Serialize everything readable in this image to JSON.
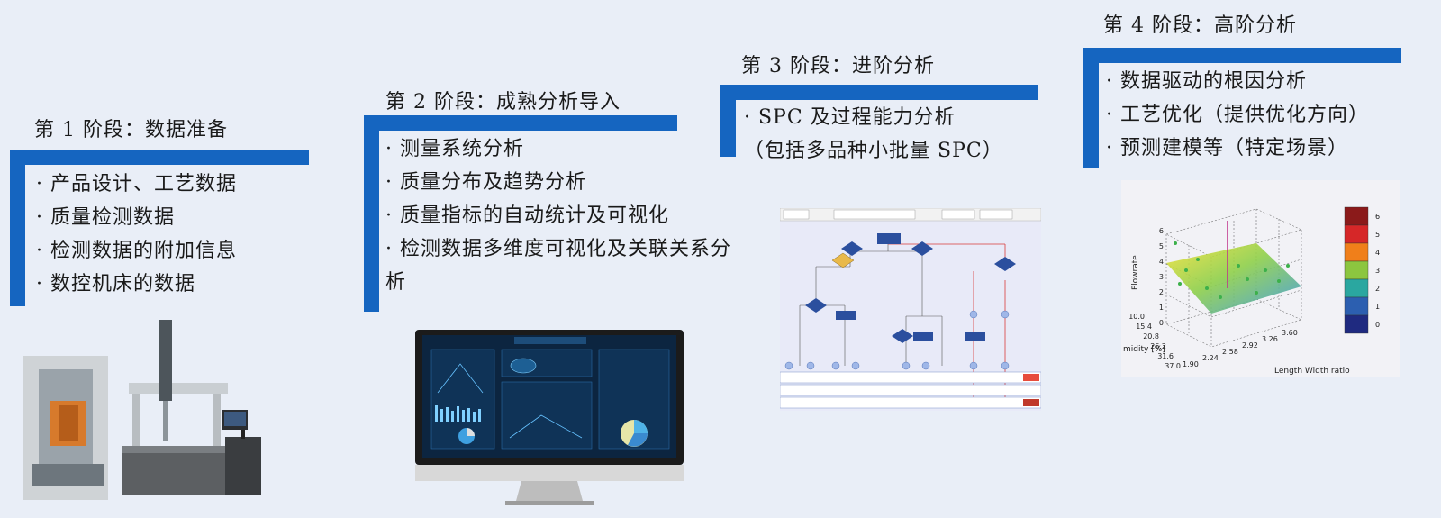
{
  "stages": [
    {
      "title": "第 1 阶段：数据准备",
      "items": [
        "· 产品设计、工艺数据",
        "· 质量检测数据",
        "· 检测数据的附加信息",
        "· 数控机床的数据"
      ],
      "image": "machine-photo"
    },
    {
      "title": "第 2 阶段：成熟分析导入",
      "items": [
        "· 测量系统分析",
        "· 质量分布及趋势分析",
        "· 质量指标的自动统计及可视化",
        "· 检测数据多维度可视化及关联关系分析"
      ],
      "image": "dashboard-monitor"
    },
    {
      "title": "第 3 阶段：进阶分析",
      "items": [
        "· SPC 及过程能力分析",
        "（包括多品种小批量 SPC）"
      ],
      "image": "spc-flowchart"
    },
    {
      "title": "第 4 阶段：高阶分析",
      "items": [
        "· 数据驱动的根因分析",
        "· 工艺优化（提供优化方向）",
        "· 预测建模等（特定场景）"
      ],
      "image": "3d-surface-plot"
    }
  ],
  "plot3d": {
    "zlabel": "Flowrate",
    "xlabel": "Length Width ratio",
    "ylabel": "midity [%]",
    "zticks": [
      "6",
      "5",
      "4",
      "3",
      "2",
      "1",
      "0"
    ],
    "yticks": [
      "10.0",
      "15.4",
      "20.8",
      "26.2",
      "31.6",
      "37.0"
    ],
    "xticks": [
      "1.90",
      "2.24",
      "2.58",
      "2.92",
      "3.26",
      "3.60"
    ],
    "colorbar": [
      "6",
      "5",
      "4",
      "3",
      "2",
      "1",
      "0"
    ],
    "colors": [
      "#8b1a1a",
      "#d62728",
      "#f07f1a",
      "#8cc63f",
      "#2aa7a0",
      "#2c5fb0",
      "#1f2a80"
    ]
  },
  "accent": "#1565c0"
}
